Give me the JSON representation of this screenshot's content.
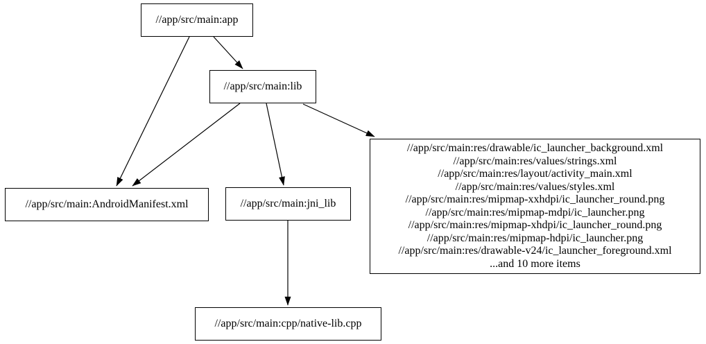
{
  "graph": {
    "background_color": "#ffffff",
    "node_border_color": "#000000",
    "edge_color": "#000000",
    "nodes": {
      "app": {
        "label": "//app/src/main:app"
      },
      "lib": {
        "label": "//app/src/main:lib"
      },
      "android_manifest": {
        "label": "//app/src/main:AndroidManifest.xml"
      },
      "jni_lib": {
        "label": "//app/src/main:jni_lib"
      },
      "res_group": {
        "lines": [
          "//app/src/main:res/drawable/ic_launcher_background.xml",
          "//app/src/main:res/values/strings.xml",
          "//app/src/main:res/layout/activity_main.xml",
          "//app/src/main:res/values/styles.xml",
          "//app/src/main:res/mipmap-xxhdpi/ic_launcher_round.png",
          "//app/src/main:res/mipmap-mdpi/ic_launcher.png",
          "//app/src/main:res/mipmap-xhdpi/ic_launcher_round.png",
          "//app/src/main:res/mipmap-hdpi/ic_launcher.png",
          "//app/src/main:res/drawable-v24/ic_launcher_foreground.xml",
          "...and 10 more items"
        ]
      },
      "native_lib": {
        "label": "//app/src/main:cpp/native-lib.cpp"
      }
    },
    "edges": [
      {
        "from": "app",
        "to": "lib"
      },
      {
        "from": "app",
        "to": "android_manifest"
      },
      {
        "from": "lib",
        "to": "android_manifest"
      },
      {
        "from": "lib",
        "to": "jni_lib"
      },
      {
        "from": "lib",
        "to": "res_group"
      },
      {
        "from": "jni_lib",
        "to": "native_lib"
      }
    ]
  }
}
